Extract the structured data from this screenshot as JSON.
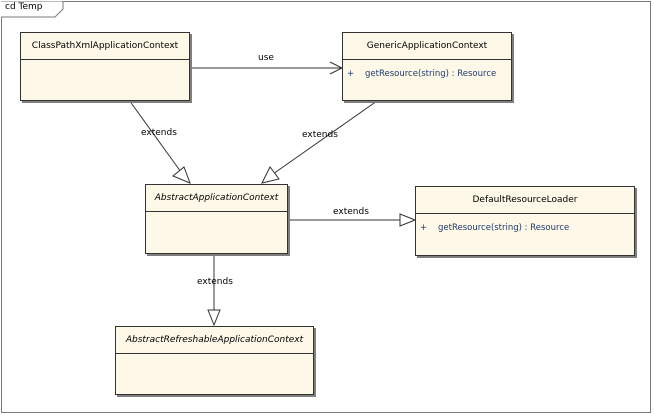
{
  "frame": {
    "label": "cd Temp"
  },
  "classes": {
    "classpath": {
      "name": "ClassPathXmlApplicationContext"
    },
    "generic": {
      "name": "GenericApplicationContext",
      "operations": [
        {
          "visibility": "+",
          "signature": "getResource(string) : Resource"
        }
      ]
    },
    "abstract_ctx": {
      "name": "AbstractApplicationContext"
    },
    "default_loader": {
      "name": "DefaultResourceLoader",
      "operations": [
        {
          "visibility": "+",
          "signature": "getResource(string) : Resource"
        }
      ]
    },
    "refreshable": {
      "name": "AbstractRefreshableApplicationContext"
    }
  },
  "relations": {
    "use_label": "use",
    "extends_1": "extends",
    "extends_2": "extends",
    "extends_3": "extends",
    "extends_4": "extends"
  }
}
